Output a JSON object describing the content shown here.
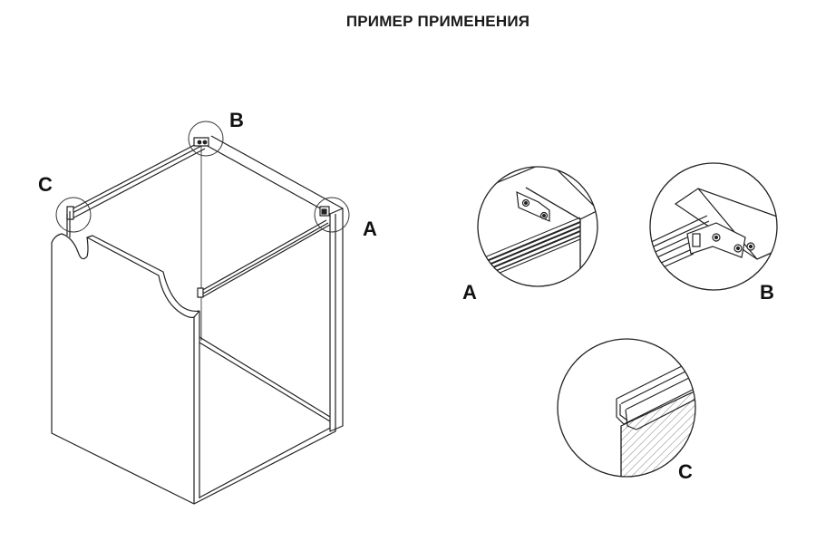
{
  "title": "ПРИМЕР ПРИМЕНЕНИЯ",
  "labels": {
    "cabinet_a": "A",
    "cabinet_b": "B",
    "cabinet_c": "C",
    "detail_a": "A",
    "detail_b": "B",
    "detail_c": "C"
  }
}
